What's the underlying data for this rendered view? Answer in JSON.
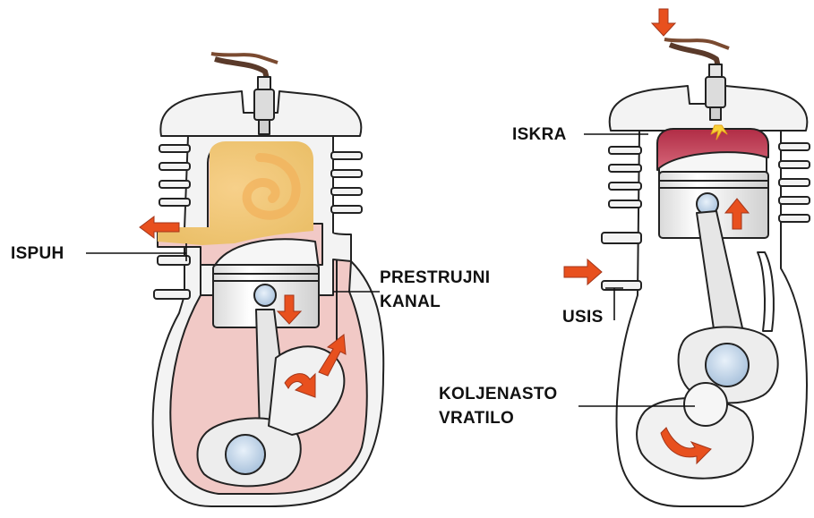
{
  "labels": {
    "exhaust": "ISPUH",
    "transfer_line1": "PRESTRUJNI",
    "transfer_line2": "KANAL",
    "spark": "ISKRA",
    "intake": "USIS",
    "crank_line1": "KOLJENASTO",
    "crank_line2": "VRATILO"
  },
  "colors": {
    "outline": "#222222",
    "mixture_pink": "#f1c9c6",
    "exhaust_gas": "#f0c66a",
    "swirl": "#f2b15c",
    "burn": "#c23d4f",
    "arrow": "#e8501e",
    "metal_light": "#f2f2f2",
    "metal_shade": "#c8c8c8",
    "pin_blue": "#c9dcef",
    "wire": "#5a3a2a"
  },
  "icons": [
    "arrow-icon",
    "spark-plug-icon"
  ]
}
